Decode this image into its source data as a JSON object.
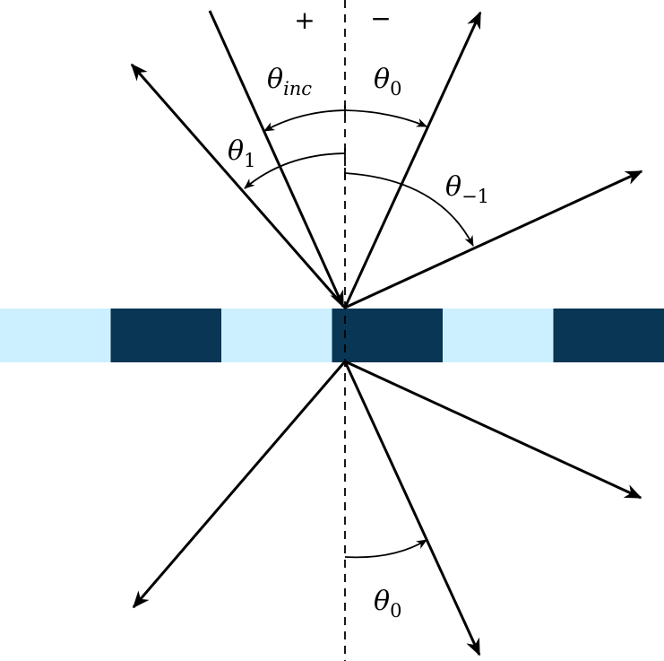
{
  "colors": {
    "grating_light": "#ccf0ff",
    "grating_dark": "#083654",
    "line": "#000000"
  },
  "signs": {
    "plus": "+",
    "minus": "−"
  },
  "angles": {
    "theta_inc": {
      "base": "θ",
      "sub": "inc"
    },
    "theta_0_top": {
      "base": "θ",
      "sub": "0"
    },
    "theta_1": {
      "base": "θ",
      "sub": "1"
    },
    "theta_minus1": {
      "base": "θ",
      "sub": "−1"
    },
    "theta_0_bottom": {
      "base": "θ",
      "sub": "0"
    }
  },
  "grating_pattern": [
    "light",
    "dark",
    "light",
    "dark",
    "light",
    "dark"
  ]
}
